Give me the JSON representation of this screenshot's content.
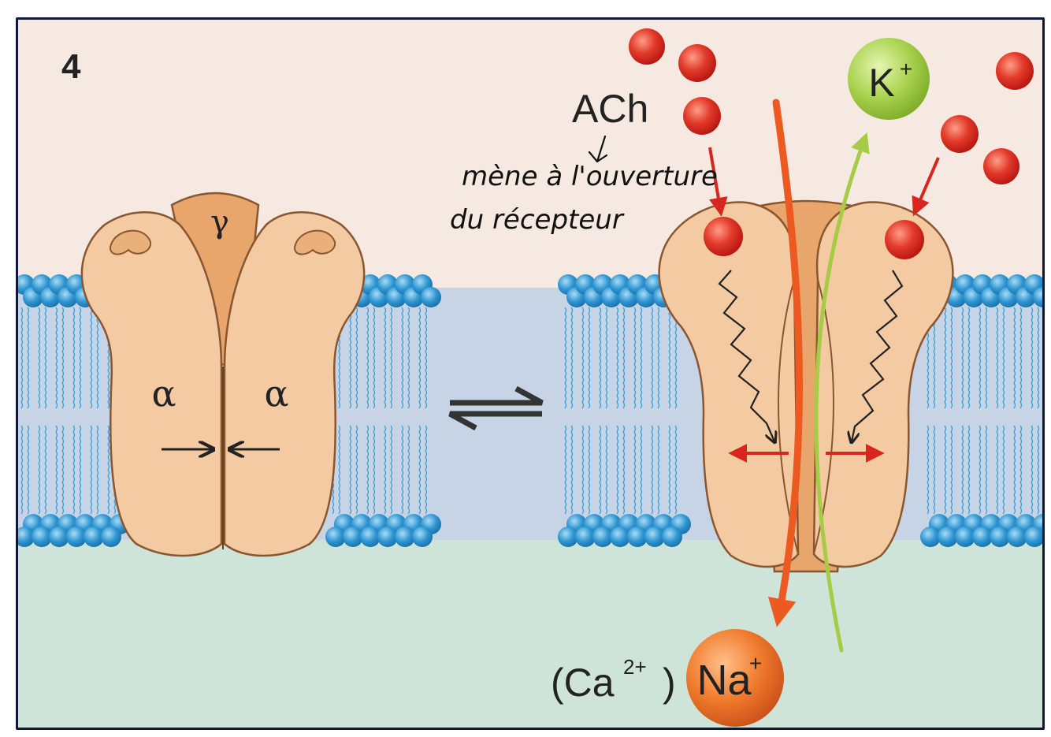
{
  "figure": {
    "panel_number": "4",
    "colors": {
      "extracellular": "#f6e9e1",
      "intracellular": "#cfe4d8",
      "membrane_core": "#c4d2e3",
      "lipid_head": "#2f96d2",
      "protein_fill": "#f3caa2",
      "protein_dark": "#e59e63",
      "ach": "#d8261e",
      "k_ion": "#98c93c",
      "na_ion": "#ec6a22",
      "ink": "#222222"
    }
  },
  "closed_channel": {
    "gamma_label": "γ",
    "alpha_left_label": "α",
    "alpha_right_label": "α"
  },
  "equilibrium": {
    "icon": "equilibrium-arrows-icon"
  },
  "open_channel": {
    "ach_label": "ACh",
    "k_label": "K",
    "k_charge": "+",
    "na_label": "Na",
    "na_charge": "+",
    "ca_label_open": "(Ca",
    "ca_charge": "2+",
    "ca_label_close": ")"
  },
  "annotation": {
    "line1": "mène à l'ouverture",
    "line2": "du récepteur"
  }
}
